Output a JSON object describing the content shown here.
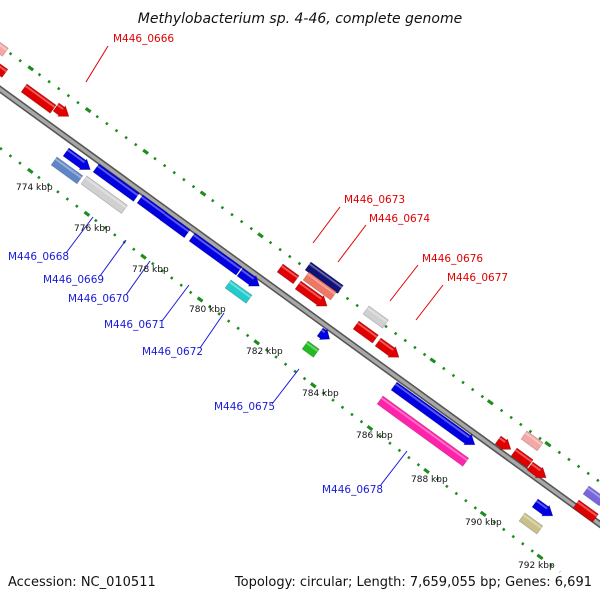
{
  "title": "Methylobacterium sp. 4-46, complete genome",
  "footer": {
    "accession": "Accession: NC_010511",
    "summary": "Topology: circular; Length: 7,659,055 bp; Genes: 6,691"
  },
  "colors": {
    "forward_label": "#e00000",
    "reverse_label": "#1a1ad8",
    "backbone": "#8c8c8c",
    "tick_marks": "#1e8c1e",
    "background": "#ffffff"
  },
  "kbp_ticks": [
    "774 kbp",
    "776 kbp",
    "778 kbp",
    "780 kbp",
    "782 kbp",
    "784 kbp",
    "786 kbp",
    "788 kbp",
    "790 kbp",
    "792 kbp"
  ],
  "gene_labels": {
    "forward": [
      "M446_0666",
      "M446_0673",
      "M446_0674",
      "M446_0676",
      "M446_0677"
    ],
    "reverse": [
      "M446_0668",
      "M446_0669",
      "M446_0670",
      "M446_0671",
      "M446_0672",
      "M446_0675",
      "M446_0678"
    ]
  }
}
